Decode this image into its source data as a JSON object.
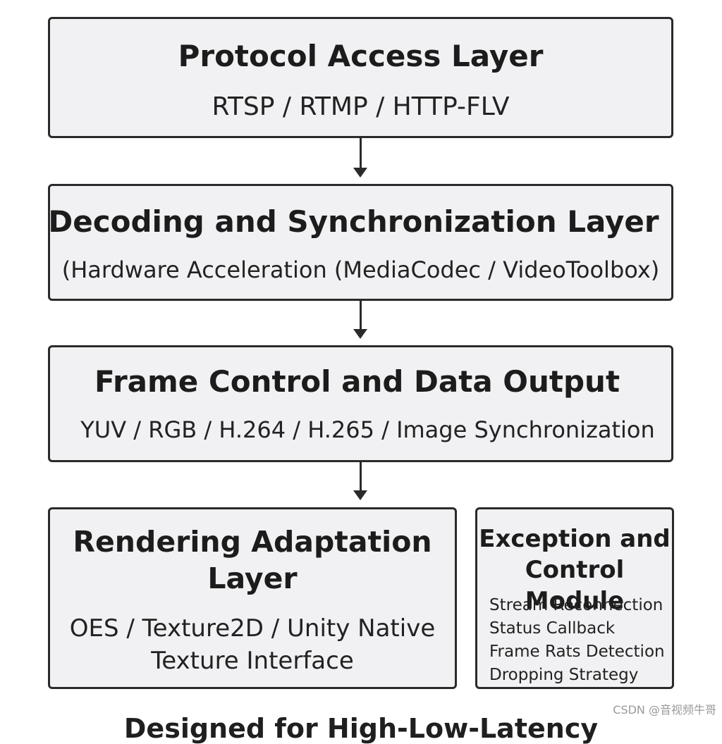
{
  "layers": [
    {
      "title": "Protocol Access Layer",
      "subtitle": "RTSP / RTMP / HTTP-FLV"
    },
    {
      "title": "Decoding and Synchronization Layer",
      "subtitle": "(Hardware Acceleration (MediaCodec / VideoToolbox)"
    },
    {
      "title": "Frame Control and Data Output",
      "subtitle": "YUV / RGB / H.264 / H.265 / Image Synchronization"
    },
    {
      "title": "Rendering Adaptation Layer",
      "subtitle": "OES / Texture2D / Unity Native Texture Interface"
    }
  ],
  "exception_module": {
    "title": "Exception and Control Module",
    "items": [
      "Stream Reconnection",
      "Status Callback",
      "Frame Rats Detection",
      "Dropping Strategy"
    ]
  },
  "watermark": "CSDN @音视频牛哥",
  "cutoff_text": "Designed for High-Low-Latency"
}
